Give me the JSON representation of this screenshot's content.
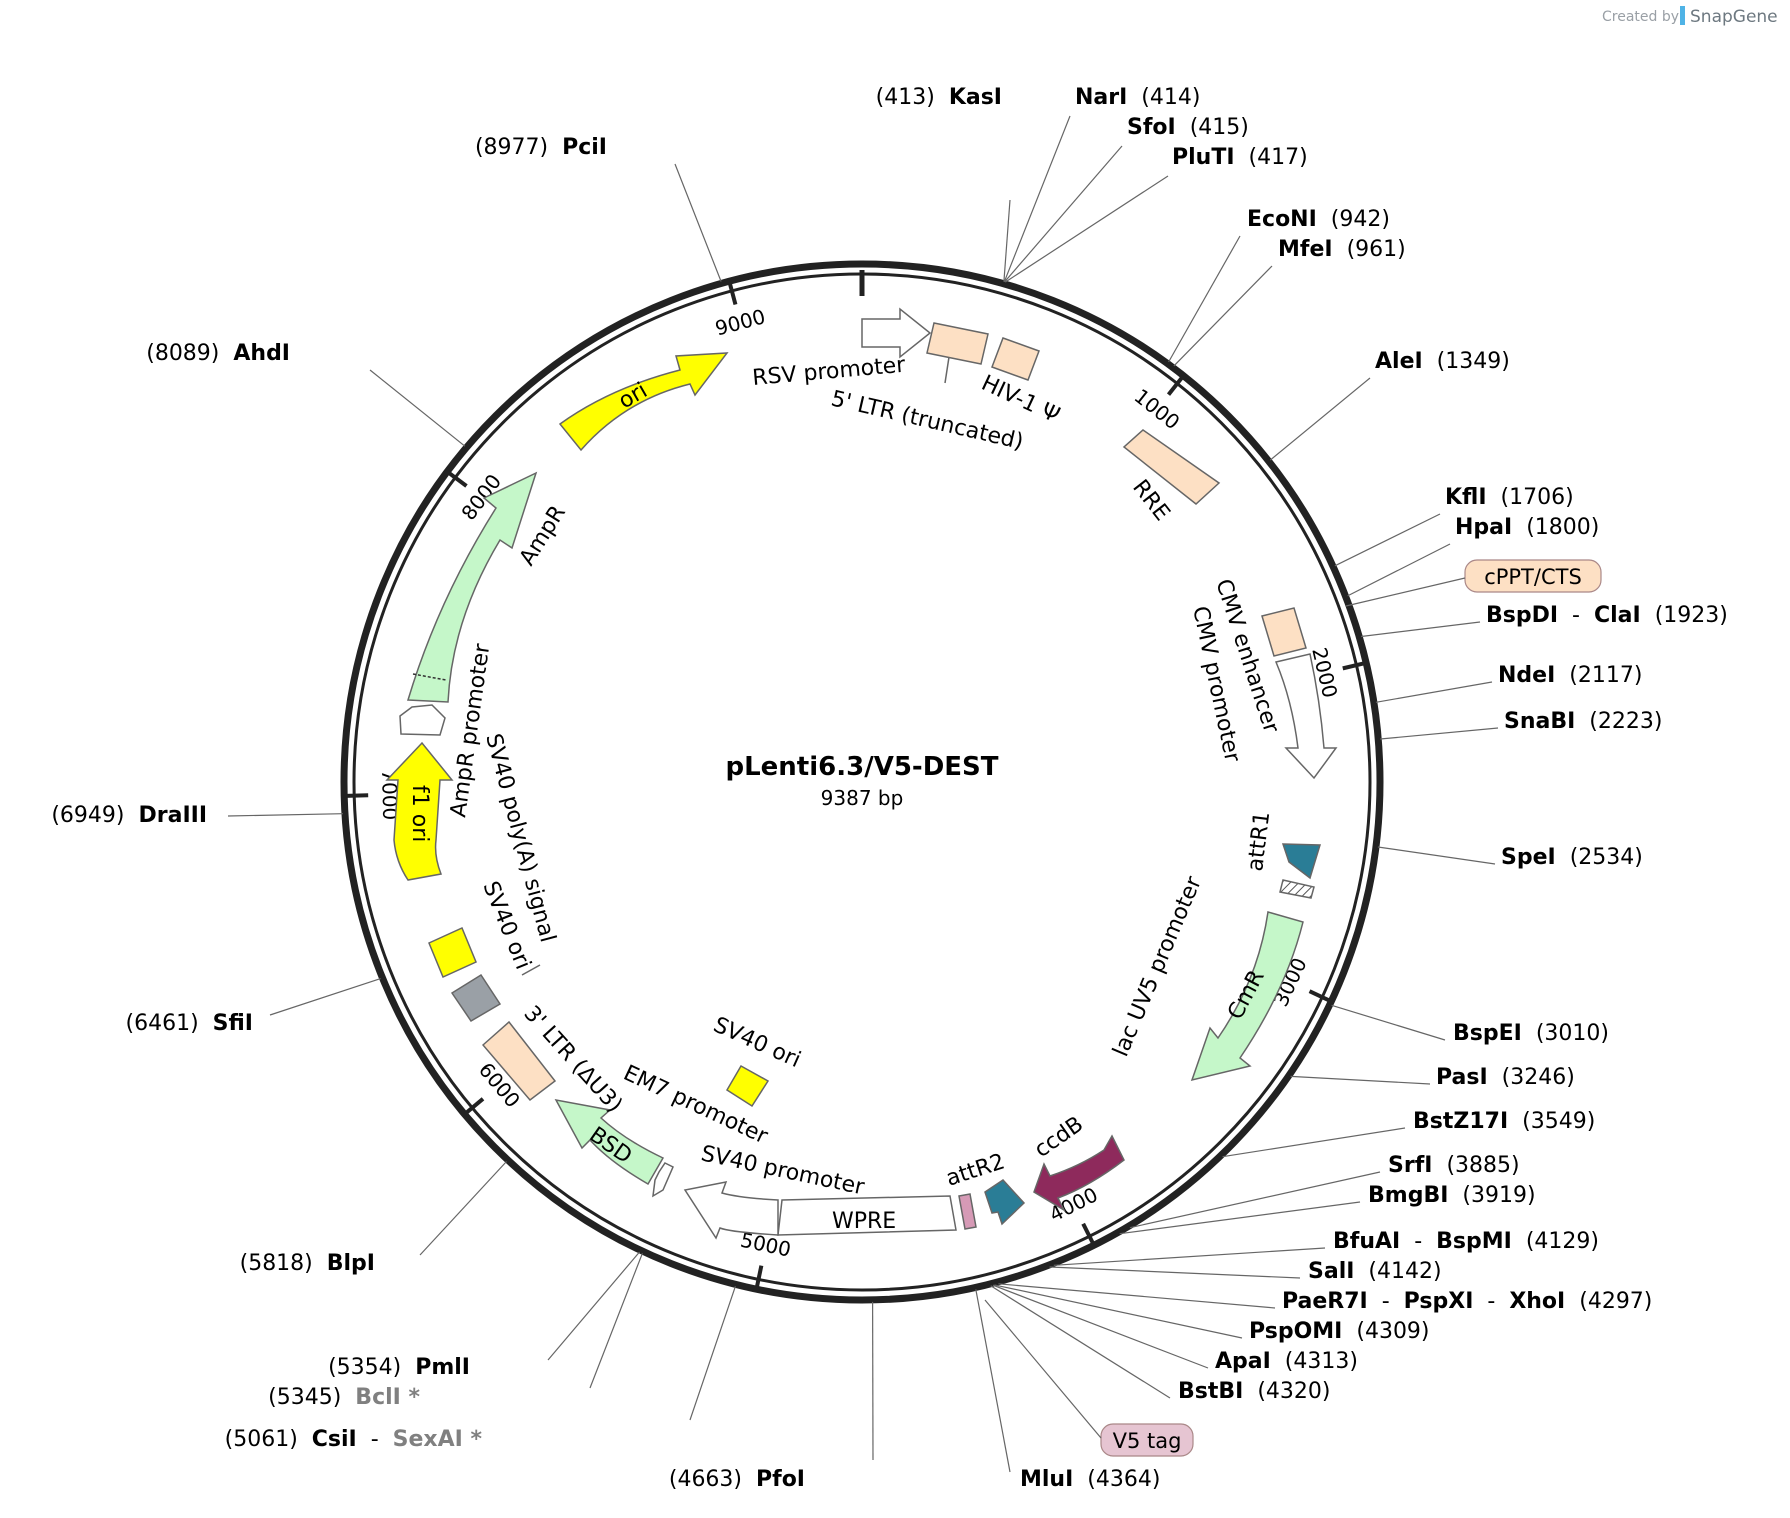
{
  "credit": {
    "created_by": "Created by",
    "brand": "SnapGene"
  },
  "plasmid": {
    "name": "pLenti6.3/V5-DEST",
    "length_label": "9387 bp",
    "length": 9387
  },
  "ticks": [
    {
      "label": "1000",
      "bp": 1000
    },
    {
      "label": "2000",
      "bp": 2000
    },
    {
      "label": "3000",
      "bp": 3000
    },
    {
      "label": "4000",
      "bp": 4000
    },
    {
      "label": "5000",
      "bp": 5000
    },
    {
      "label": "6000",
      "bp": 6000
    },
    {
      "label": "7000",
      "bp": 7000
    },
    {
      "label": "8000",
      "bp": 8000
    },
    {
      "label": "9000",
      "bp": 9000
    }
  ],
  "sites": [
    {
      "name": "KasI",
      "pos": "(413)"
    },
    {
      "name": "NarI",
      "pos": "(414)"
    },
    {
      "name": "SfoI",
      "pos": "(415)"
    },
    {
      "name": "PluTI",
      "pos": "(417)"
    },
    {
      "name": "EcoNI",
      "pos": "(942)"
    },
    {
      "name": "MfeI",
      "pos": "(961)"
    },
    {
      "name": "AleI",
      "pos": "(1349)"
    },
    {
      "name": "KflI",
      "pos": "(1706)"
    },
    {
      "name": "HpaI",
      "pos": "(1800)"
    },
    {
      "name": "BspDI",
      "name2": "ClaI",
      "pos": "(1923)"
    },
    {
      "name": "NdeI",
      "pos": "(2117)"
    },
    {
      "name": "SnaBI",
      "pos": "(2223)"
    },
    {
      "name": "SpeI",
      "pos": "(2534)"
    },
    {
      "name": "BspEI",
      "pos": "(3010)"
    },
    {
      "name": "PasI",
      "pos": "(3246)"
    },
    {
      "name": "BstZ17I",
      "pos": "(3549)"
    },
    {
      "name": "SrfI",
      "pos": "(3885)"
    },
    {
      "name": "BmgBI",
      "pos": "(3919)"
    },
    {
      "name": "BfuAI",
      "name2": "BspMI",
      "pos": "(4129)"
    },
    {
      "name": "SalI",
      "pos": "(4142)"
    },
    {
      "name": "PaeR7I",
      "name2": "PspXI",
      "name3": "XhoI",
      "pos": "(4297)"
    },
    {
      "name": "PspOMI",
      "pos": "(4309)"
    },
    {
      "name": "ApaI",
      "pos": "(4313)"
    },
    {
      "name": "BstBI",
      "pos": "(4320)"
    },
    {
      "name": "MluI",
      "pos": "(4364)"
    },
    {
      "name": "PfoI",
      "pos": "(4663)"
    },
    {
      "name": "CsiI",
      "name2": "SexAI *",
      "pos": "(5061)"
    },
    {
      "name": "BclI *",
      "pos": "(5345)"
    },
    {
      "name": "PmlI",
      "pos": "(5354)"
    },
    {
      "name": "BlpI",
      "pos": "(5818)"
    },
    {
      "name": "SfiI",
      "pos": "(6461)"
    },
    {
      "name": "DraIII",
      "pos": "(6949)"
    },
    {
      "name": "AhdI",
      "pos": "(8089)"
    },
    {
      "name": "PciI",
      "pos": "(8977)"
    }
  ],
  "badges": [
    {
      "label": "cPPT/CTS",
      "color": "#fde0c4"
    },
    {
      "label": "V5 tag",
      "color": "#e6c5d2"
    }
  ],
  "features": [
    {
      "label": "RSV promoter",
      "color": "#ffffff"
    },
    {
      "label": "5' LTR (truncated)",
      "color": "#fde0c4"
    },
    {
      "label": "HIV-1 Ψ",
      "color": "#fde0c4"
    },
    {
      "label": "RRE",
      "color": "#fde0c4"
    },
    {
      "label": "CMV enhancer",
      "color": "#fde0c4"
    },
    {
      "label": "CMV promoter",
      "color": "#ffffff"
    },
    {
      "label": "attR1",
      "color": "#2a7d96"
    },
    {
      "label": "lac UV5 promoter",
      "color": "#ffffff"
    },
    {
      "label": "CmR",
      "color": "#c5f7c9"
    },
    {
      "label": "ccdB",
      "color": "#8e2a5c"
    },
    {
      "label": "attR2",
      "color": "#2a7d96"
    },
    {
      "label": "WPRE",
      "color": "#ffffff"
    },
    {
      "label": "SV40 promoter",
      "color": "#ffffff"
    },
    {
      "label": "EM7 promoter",
      "color": "#ffffff"
    },
    {
      "label": "BSD",
      "color": "#c5f7c9"
    },
    {
      "label": "SV40 ori",
      "color": "#ffff00"
    },
    {
      "label": "3' LTR (ΔU3)",
      "color": "#fde0c4"
    },
    {
      "label": "SV40 ori",
      "color": "#ffff00"
    },
    {
      "label": "SV40 poly(A) signal",
      "color": "#9aa0a6"
    },
    {
      "label": "f1 ori",
      "color": "#ffff00"
    },
    {
      "label": "AmpR promoter",
      "color": "#ffffff"
    },
    {
      "label": "AmpR",
      "color": "#c5f7c9"
    },
    {
      "label": "ori",
      "color": "#ffff00"
    }
  ]
}
